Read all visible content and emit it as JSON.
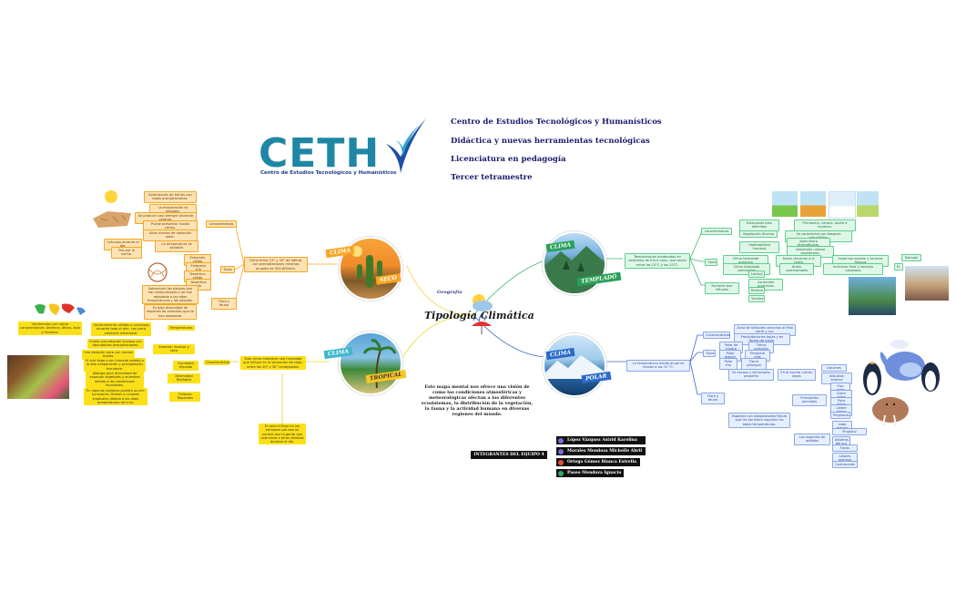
{
  "header": {
    "logo_text": "CETH",
    "logo_subtitle": "Centro de Estudios Tecnológicos y Humanísticos",
    "lines": [
      "Centro de Estudios Tecnológicos y Humanísticos",
      "Didáctica y nuevas herramientas tecnológicas",
      "Licenciatura en pedagogía",
      "Tercer tetramestre"
    ]
  },
  "center": {
    "small_label": "Geografía",
    "title": "Tipología Climática"
  },
  "description": "Este mapa mental nos ofrece una visión de como las condiciones atmosféricas y meteorológicas afectan a los diferentes ecosistemas, la distribución de la vegetación, la fauna y la actividad humana en diversas regiones del mundo.",
  "team": {
    "label": "INTEGRANTES DEL EQUIPO 4",
    "members": [
      {
        "name": "López Vázquez Astrid Karolina",
        "color": "#7b6cd9"
      },
      {
        "name": "Morales Mendoza Michelle Abril",
        "color": "#7b6cd9"
      },
      {
        "name": "Ortega Gómez Bianca Estrella",
        "color": "#e0523a"
      },
      {
        "name": "Paseo Mendoza Ignacio",
        "color": "#2fa86a"
      }
    ]
  },
  "hubs": {
    "seco": {
      "tag1": "CLIMA",
      "tag2": "SECO"
    },
    "tropical": {
      "tag1": "CLIMA",
      "tag2": "TROPICAL"
    },
    "templado": {
      "tag1": "CLIMA",
      "tag2": "TEMPLADO"
    },
    "polar": {
      "tag1": "CLIMA",
      "tag2": "POLAR"
    }
  },
  "seco": {
    "main": "Clima entre 15° y 30° de latitud, con precipitaciones mínimas anuales de 500-800mm.",
    "caracteristicas": "Características",
    "tipos": "Tipos",
    "flora": "Flora y fauna",
    "c_items": [
      "Extensiones de tierras con bajas precipitaciones.",
      "La evaporación es elevada.",
      "Se produce casi siempre (durante verano).",
      "Puede presentar lluvias cortas.",
      "Altos niveles de radiación solar.",
      "La temperatura es variable."
    ],
    "c_left": [
      "Calurosa durante el día.",
      "Fría por la noche."
    ],
    "t_items": [
      "Estepario cálido",
      "Estepario frío",
      "Desértico cálido",
      "Desértico frío"
    ],
    "f_items": [
      "Sobreviven las plantas que han evolucionado y se han adaptado a las altas temperaturas y las sequías.",
      "Es bajo diversidad de especies de animales que se han adaptado."
    ]
  },
  "tropical": {
    "main": "Este clima mantiene una humedad que influye en la sensación de calor, entre los 20° y 30° centígrados.",
    "caracteristicas": "Características",
    "bottom": "El calor influye en las personas por eso se normal que la gente que vale tenía a tener estados durante el día.",
    "labels": [
      "Temperaturas",
      "Estación lluviosa y seca",
      "Humedad Elevada",
      "Diversidad Biológica",
      "Ciclones Tropicales"
    ],
    "details": [
      "Generalmente cálidas o calurosas durante todo el año, con poca variación estacional.",
      "Existe una estación lluviosa con abundantes precipitaciones.",
      "Una estación seca con menos lluvias.",
      "El aire llega a ser húmedo debido a la alta evaporación y precipitación frecuente.",
      "Alberga gran diversidad de especies vegetales y animales debido a las condiciones favorables.",
      "En algunas regiones pueden ocurrir huracanes, tifones o ciclones tropicales debido a las altas temperaturas del mar."
    ],
    "left_note": "Continentes con zonas características: América, África, Asia y Oceanía."
  },
  "templado": {
    "main": "Temperaturas moderadas en extremos de frío o calor, que oscila entre los 10°C y los 20°C.",
    "caracteristicas": "Características",
    "tipos": "Tipos",
    "factores": "Factores que influyen",
    "c_items": [
      "Estaciones bien definidas",
      "Vegetación diversa",
      "Habitabilidad humana"
    ],
    "c_sub": [
      "Primavera, verano, otoño e invierno.",
      "Se caracteriza por bosques caducifolios.",
      "Agricultura diversificada.",
      "Desarrollo urbano equilibrado."
    ],
    "t_items": [
      "Clima templado oceánico",
      "Clima templado continental"
    ],
    "t_sub": [
      "Áreas cercanas a la costa",
      "Áreas continentales",
      "Inviernos suaves y veranos frescos",
      "Inviernos fríos y veranos calurosos",
      "Ejemplo",
      "EL"
    ],
    "f_items": [
      "Latitud",
      "Corrientes oceánicas",
      "Relieve",
      "Vientos"
    ]
  },
  "polar": {
    "main": "La temperatura media anual es menos a los 10 °C.",
    "caracteristicas": "Características",
    "tipos": "Tipos",
    "flora": "Flora y fauna",
    "c_items": [
      "Zona de latitudes cercanas al Polo norte y sur.",
      "Precipitaciones bajas y en forma de nieve."
    ],
    "t_items": [
      "Polar de tundra",
      "Polar glaciar",
      "Polar frío"
    ],
    "t_sub": [
      "Tierra principal",
      "Temporal más",
      "Tierra principal"
    ],
    "f_items": [
      "Es escasa y de tamaño pequeño",
      "Especies con adaptaciones físicas que les permiten soportar las bajas temperaturas."
    ],
    "f_sub": [
      "En la tundra crecen algas",
      "Principales animales",
      "Los especies de anfibios"
    ],
    "animals": [
      "Líquenes",
      "Arbustos enanos",
      "Oso polar",
      "Zorro polar",
      "Foca ártica",
      "Liebre ártica",
      "Pingüinos",
      "Lobo marino",
      "Pingüino",
      "Albatros del sur",
      "Focas",
      "Leones marinos",
      "Cormoranes"
    ]
  }
}
